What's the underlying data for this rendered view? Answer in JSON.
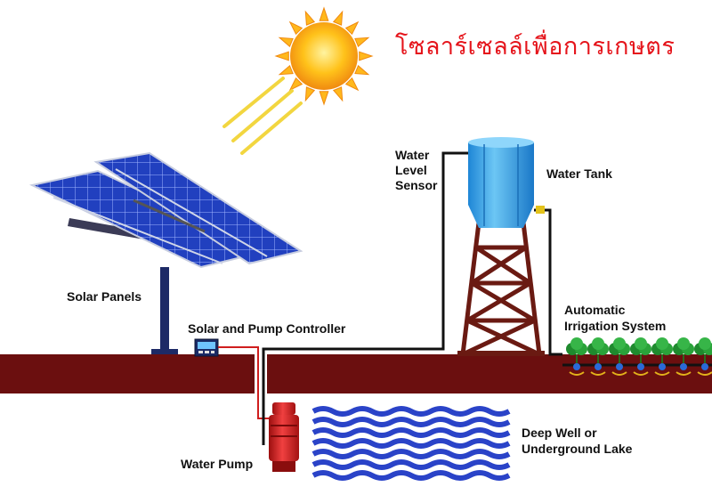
{
  "title": "โซลาร์เซลล์เพื่อการเกษตร",
  "labels": {
    "solar_panels": "Solar Panels",
    "controller": "Solar and Pump Controller",
    "water_pump": "Water Pump",
    "water_level_sensor": [
      "Water",
      "Level",
      "Sensor"
    ],
    "water_tank": "Water Tank",
    "irrigation": [
      "Automatic",
      "Irrigation System"
    ],
    "deep_well": [
      "Deep Well or",
      "Underground Lake"
    ]
  },
  "colors": {
    "title": "#e5141b",
    "ground": "#6b0f0f",
    "sky_rays": "#f2d640",
    "sun": "#f5a31a",
    "panel": "#1f3fb8",
    "tank": "#3aa9e8",
    "tower": "#6a1a12",
    "water_waves": "#2a43c8",
    "pump": "#d01e1e",
    "plants": "#1f8a2e"
  },
  "icons": {
    "sun": "sun-icon",
    "solar_array": "solar-panel-icon",
    "controller": "controller-icon",
    "pump": "pump-icon",
    "tank": "water-tank-icon",
    "plants": "plant-icon",
    "drip": "drip-emitter-icon"
  }
}
